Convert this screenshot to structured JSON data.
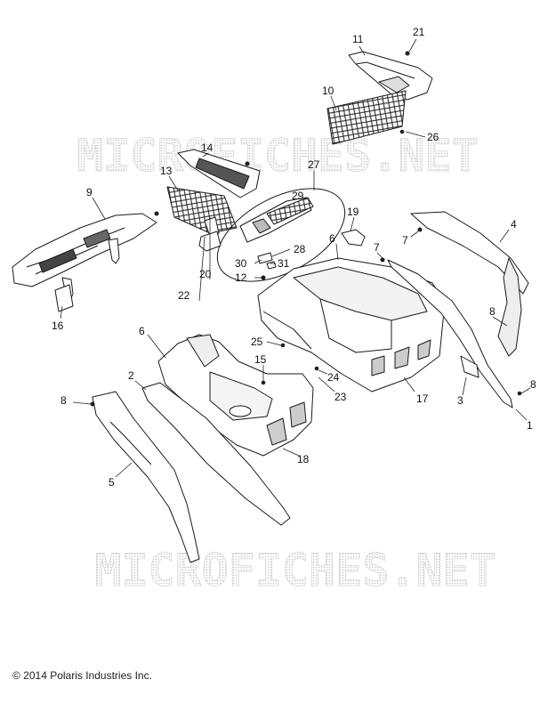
{
  "watermark": "MICROFICHES.NET",
  "copyright": "© 2014 Polaris Industries Inc.",
  "callouts": [
    {
      "id": "c11",
      "text": "11"
    },
    {
      "id": "c21",
      "text": "21"
    },
    {
      "id": "c10",
      "text": "10"
    },
    {
      "id": "c26",
      "text": "26"
    },
    {
      "id": "c14",
      "text": "14"
    },
    {
      "id": "c13",
      "text": "13"
    },
    {
      "id": "c27",
      "text": "27"
    },
    {
      "id": "c9",
      "text": "9"
    },
    {
      "id": "c29",
      "text": "29"
    },
    {
      "id": "c19",
      "text": "19"
    },
    {
      "id": "c6a",
      "text": "6"
    },
    {
      "id": "c7a",
      "text": "7"
    },
    {
      "id": "c7b",
      "text": "7"
    },
    {
      "id": "c4",
      "text": "4"
    },
    {
      "id": "c28",
      "text": "28"
    },
    {
      "id": "c30",
      "text": "30"
    },
    {
      "id": "c31",
      "text": "31"
    },
    {
      "id": "c12",
      "text": "12"
    },
    {
      "id": "c20",
      "text": "20"
    },
    {
      "id": "c22",
      "text": "22"
    },
    {
      "id": "c16",
      "text": "16"
    },
    {
      "id": "c8a",
      "text": "8"
    },
    {
      "id": "c6b",
      "text": "6"
    },
    {
      "id": "c25",
      "text": "25"
    },
    {
      "id": "c15",
      "text": "15"
    },
    {
      "id": "c24",
      "text": "24"
    },
    {
      "id": "c23",
      "text": "23"
    },
    {
      "id": "c17",
      "text": "17"
    },
    {
      "id": "c2",
      "text": "2"
    },
    {
      "id": "c8b",
      "text": "8"
    },
    {
      "id": "c3",
      "text": "3"
    },
    {
      "id": "c8c",
      "text": "8"
    },
    {
      "id": "c1",
      "text": "1"
    },
    {
      "id": "c5",
      "text": "5"
    },
    {
      "id": "c18",
      "text": "18"
    }
  ]
}
